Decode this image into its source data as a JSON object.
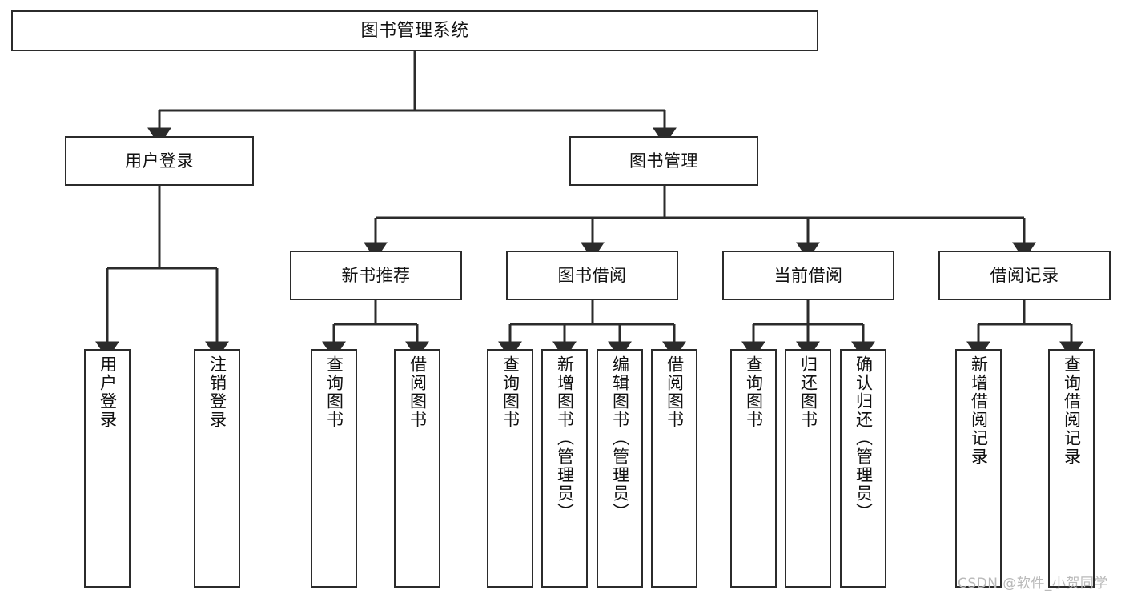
{
  "diagram": {
    "title": "图书管理系统",
    "type": "tree-hierarchy-chart",
    "stroke_color": "#2b2b2b",
    "fill_color": "#ffffff",
    "text_color": "#111111"
  },
  "nodes": {
    "root": {
      "label": "图书管理系统"
    },
    "level2": [
      {
        "id": "user-login",
        "label": "用户登录"
      },
      {
        "id": "book-management",
        "label": "图书管理"
      }
    ],
    "level3": [
      {
        "id": "new-book-recommend",
        "label": "新书推荐"
      },
      {
        "id": "book-borrow",
        "label": "图书借阅"
      },
      {
        "id": "current-borrow",
        "label": "当前借阅"
      },
      {
        "id": "borrow-record",
        "label": "借阅记录"
      }
    ],
    "leaves": {
      "user_login": [
        {
          "id": "leaf-user-login",
          "label": "用户登录"
        },
        {
          "id": "leaf-logout-login",
          "label": "注销登录"
        }
      ],
      "new_book_recommend": [
        {
          "id": "leaf-query-book-1",
          "label": "查询图书"
        },
        {
          "id": "leaf-borrow-book-1",
          "label": "借阅图书"
        }
      ],
      "book_borrow": [
        {
          "id": "leaf-query-book-2",
          "label": "查询图书"
        },
        {
          "id": "leaf-add-book",
          "label": "新增图书（管理员）"
        },
        {
          "id": "leaf-edit-book",
          "label": "编辑图书（管理员）"
        },
        {
          "id": "leaf-borrow-book-2",
          "label": "借阅图书"
        }
      ],
      "current_borrow": [
        {
          "id": "leaf-query-book-3",
          "label": "查询图书"
        },
        {
          "id": "leaf-return-book",
          "label": "归还图书"
        },
        {
          "id": "leaf-confirm-return",
          "label": "确认归还（管理员）"
        }
      ],
      "borrow_record": [
        {
          "id": "leaf-add-borrow-record",
          "label": "新增借阅记录"
        },
        {
          "id": "leaf-query-borrow-record",
          "label": "查询借阅记录"
        }
      ]
    }
  },
  "watermark": {
    "text": "CSDN @软件_小贺同学"
  }
}
